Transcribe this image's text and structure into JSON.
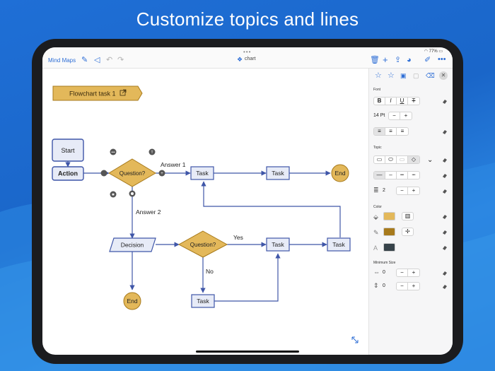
{
  "headline": "Customize topics and lines",
  "statusbar": {
    "battery": "77%"
  },
  "toolbar": {
    "mind_maps_label": "Mind Maps",
    "doc_title": "chart"
  },
  "canvas": {
    "banner": "Flowchart task 1",
    "start": "Start",
    "action": "Action",
    "question1": "Question?",
    "answer1": "Answer 1",
    "answer2": "Answer 2",
    "task_top1": "Task",
    "task_top2": "Task",
    "end_top": "End",
    "decision": "Decision",
    "question2": "Question?",
    "yes": "Yes",
    "no": "No",
    "task_mid": "Task",
    "task_right": "Task",
    "task_bottom": "Task",
    "end_bottom": "End"
  },
  "panel": {
    "font_section": "Font",
    "font_bold": "B",
    "font_italic": "I",
    "font_underline": "U",
    "font_strike": "T",
    "font_size": "14 Pt",
    "minus": "−",
    "plus": "+",
    "topic_section": "Topic",
    "line_width": "2",
    "color_section": "Color",
    "min_size_section": "Minimum Size",
    "min_width": "0",
    "min_height": "0"
  },
  "colors": {
    "fill": "#e3b85a",
    "border": "#a77a1c",
    "text": "#37434a",
    "accent": "#2f6fd6",
    "topic_fill": "#e7ebf7",
    "topic_border": "#3f56a8"
  }
}
